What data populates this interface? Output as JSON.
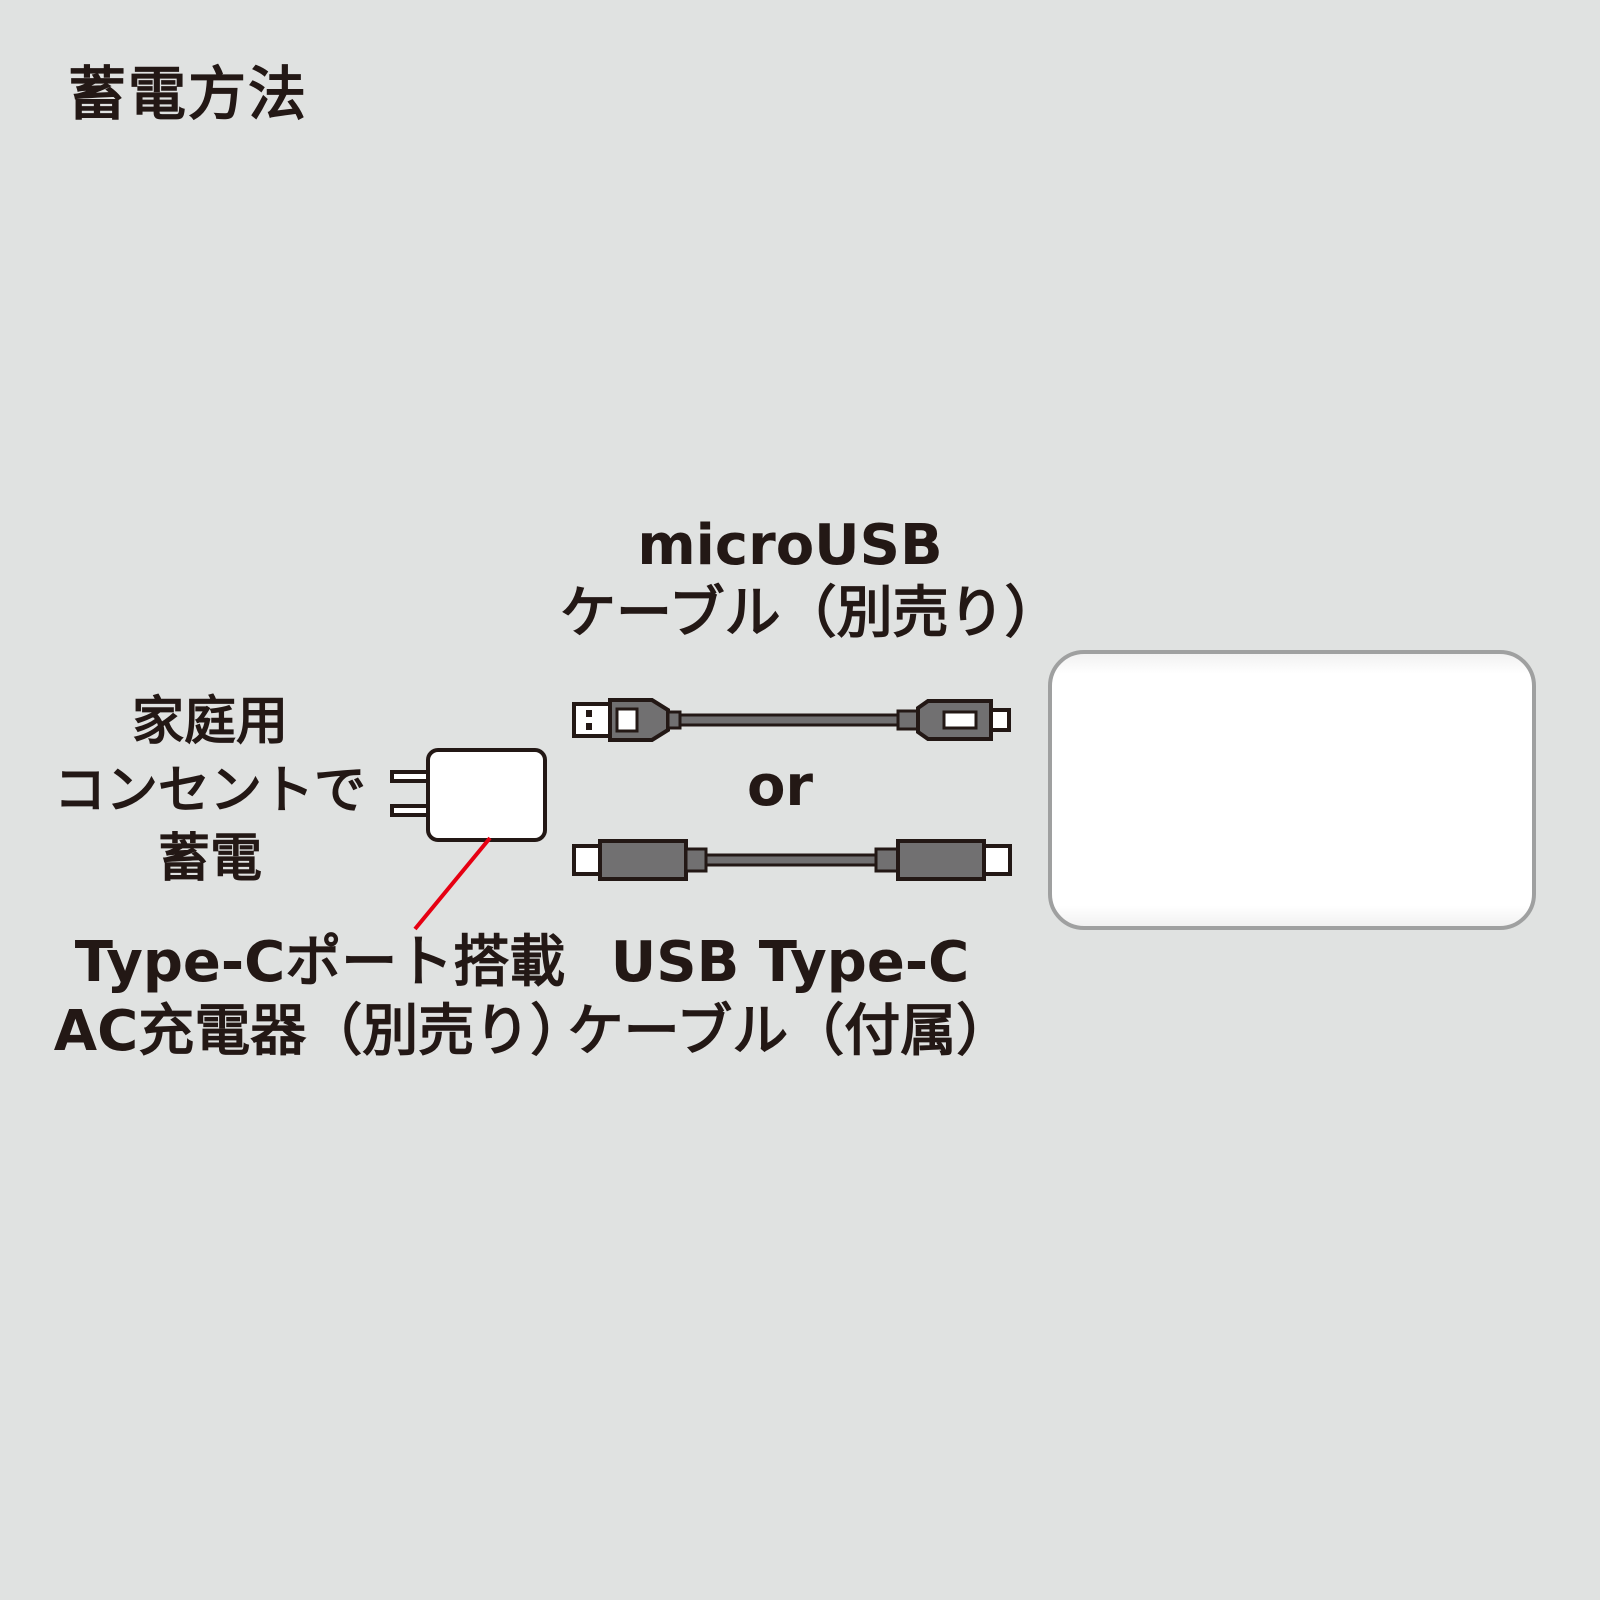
{
  "title": "蓄電方法",
  "outlet_text": [
    "家庭用",
    "コンセントで",
    "蓄電"
  ],
  "charger_text": [
    "Type-Cポート搭載",
    "AC充電器（別売り）"
  ],
  "micro_cable_text": [
    "microUSB",
    "ケーブル（別売り）"
  ],
  "or_text": "or",
  "typec_cable_text": [
    "USB Type-C",
    "ケーブル（付属）"
  ],
  "colors": {
    "background": "#e0e2e1",
    "text": "#231815",
    "connector_fill": "#717071",
    "outline": "#231815",
    "leader_line": "#e60012",
    "device_border": "#9fa0a0",
    "device_fill": "#ffffff"
  }
}
